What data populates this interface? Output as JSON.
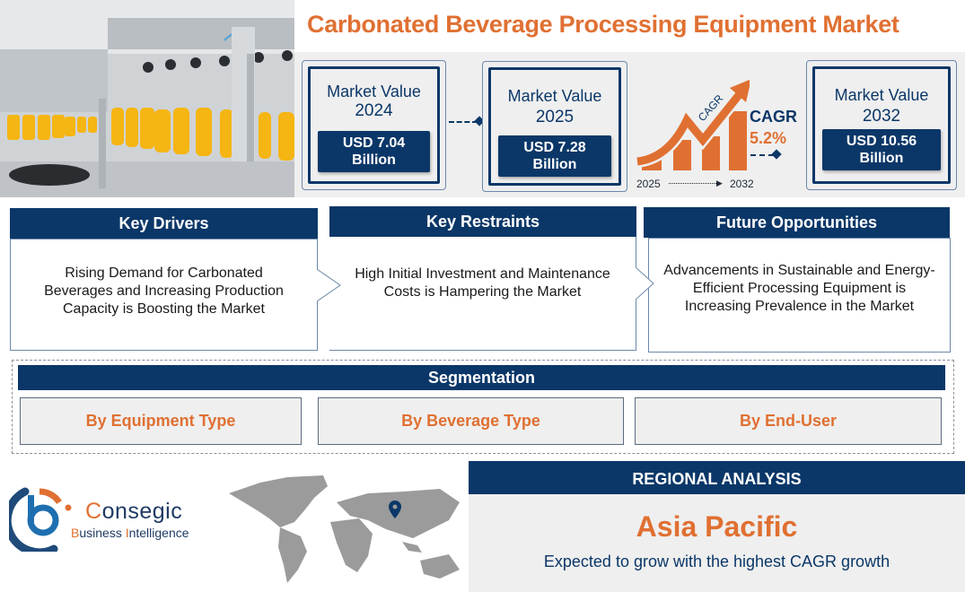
{
  "header": {
    "title": "Carbonated Beverage Processing Equipment Market",
    "hero_image": "bottling-line-photo"
  },
  "market_values": [
    {
      "label": "Market Value",
      "year": "2024",
      "value": "USD 7.04",
      "unit": "Billion"
    },
    {
      "label": "Market Value",
      "year": "2025",
      "value": "USD 7.28",
      "unit": "Billion"
    },
    {
      "label": "Market Value",
      "year": "2032",
      "value": "USD 10.56",
      "unit": "Billion"
    }
  ],
  "cagr": {
    "arrow_label": "CAGR",
    "label": "CAGR",
    "value": "5.2%",
    "start_year": "2025",
    "end_year": "2032"
  },
  "cards": [
    {
      "title": "Key Drivers",
      "body": "Rising Demand for Carbonated Beverages and Increasing Production Capacity is Boosting the Market"
    },
    {
      "title": "Key Restraints",
      "body": "High Initial Investment and Maintenance Costs is Hampering the Market"
    },
    {
      "title": "Future Opportunities",
      "body": "Advancements in Sustainable and Energy-Efficient Processing Equipment is Increasing Prevalence in the Market"
    }
  ],
  "segmentation": {
    "title": "Segmentation",
    "items": [
      "By Equipment Type",
      "By Beverage Type",
      "By End-User"
    ]
  },
  "brand": {
    "name_first": "C",
    "name_rest": "onsegic",
    "tag_b": "B",
    "tag_usiness": "usiness ",
    "tag_i": "I",
    "tag_ntelligence": "ntelligence"
  },
  "regional": {
    "title": "REGIONAL ANALYSIS",
    "region": "Asia Pacific",
    "note": "Expected to grow with the highest CAGR growth"
  },
  "colors": {
    "navy": "#0b3768",
    "orange": "#e07032",
    "panel_gray": "#efefef",
    "map_gray": "#9b9b9b"
  }
}
